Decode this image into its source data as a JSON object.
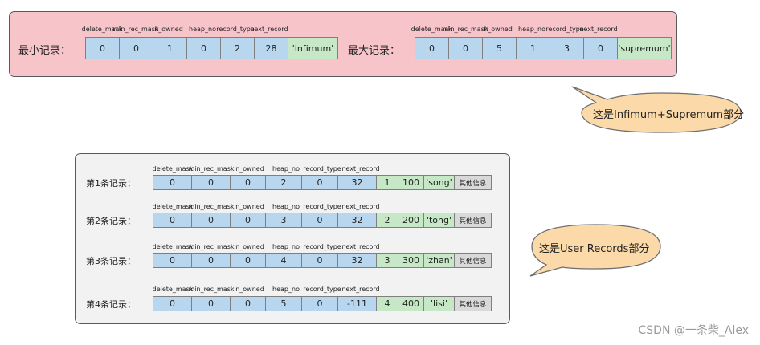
{
  "top_panel": {
    "headers": [
      "delete_mask",
      "min_rec_mask",
      "n_owned",
      "heap_no",
      "record_type",
      "next_record"
    ],
    "infimum": {
      "label": "最小记录：",
      "values": [
        "0",
        "0",
        "1",
        "0",
        "2",
        "28"
      ],
      "name": "'infimum'"
    },
    "supremum": {
      "label": "最大记录：",
      "values": [
        "0",
        "0",
        "5",
        "1",
        "3",
        "0"
      ],
      "name": "'supremum'"
    },
    "colors": {
      "background": "#f7c4ca",
      "header_cells": "#b9d6ef",
      "name_cell": "#c7e8c7"
    }
  },
  "bubble_top": {
    "text": "这是Infimum+Supremum部分",
    "fill": "#fbd9a8"
  },
  "user_records": {
    "headers": [
      "delete_mask",
      "min_rec_mask",
      "n_owned",
      "heap_no",
      "record_type",
      "next_record"
    ],
    "rows": [
      {
        "label": "第1条记录：",
        "values": [
          "0",
          "0",
          "0",
          "2",
          "0",
          "32"
        ],
        "extra": [
          "1",
          "100",
          "'song'"
        ],
        "other": "其他信息"
      },
      {
        "label": "第2条记录：",
        "values": [
          "0",
          "0",
          "0",
          "3",
          "0",
          "32"
        ],
        "extra": [
          "2",
          "200",
          "'tong'"
        ],
        "other": "其他信息"
      },
      {
        "label": "第3条记录：",
        "values": [
          "0",
          "0",
          "0",
          "4",
          "0",
          "32"
        ],
        "extra": [
          "3",
          "300",
          "'zhan'"
        ],
        "other": "其他信息"
      },
      {
        "label": "第4条记录：",
        "values": [
          "0",
          "0",
          "0",
          "5",
          "0",
          "-111"
        ],
        "extra": [
          "4",
          "400",
          "'lisi'"
        ],
        "other": "其他信息"
      }
    ],
    "colors": {
      "background": "#f2f2f2",
      "header_cells": "#b9d6ef",
      "data_cells": "#c7e8c7",
      "other_cell": "#d9d9d9"
    }
  },
  "bubble_bottom": {
    "text": "这是User Records部分",
    "fill": "#fbd9a8"
  },
  "watermark": "CSDN @一条柴_Alex"
}
